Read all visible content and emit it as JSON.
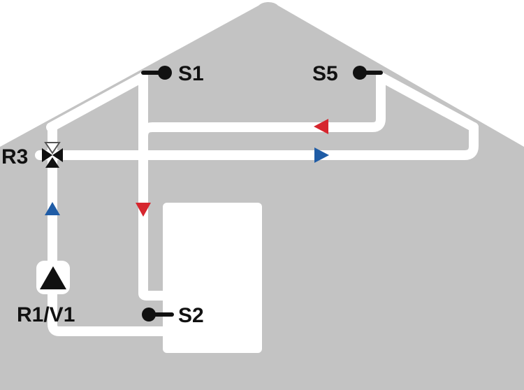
{
  "diagram": {
    "labels": {
      "s1": "S1",
      "s5": "S5",
      "r3": "R3",
      "s2": "S2",
      "r1v1": "R1/V1"
    },
    "colors": {
      "house_fill": "#c3c3c3",
      "pipe": "#ffffff",
      "pipe_edge": "#e6e6e6",
      "tank": "#ffffff",
      "sensor": "#111111",
      "hot_arrow": "#d6262e",
      "cold_arrow": "#1f5ca6",
      "pump": "#111111"
    },
    "icons": {
      "sensor": "sensor-probe-icon",
      "valve": "three-way-valve-icon",
      "pump": "circulation-pump-icon",
      "flow": "flow-direction-arrow-icon"
    }
  }
}
